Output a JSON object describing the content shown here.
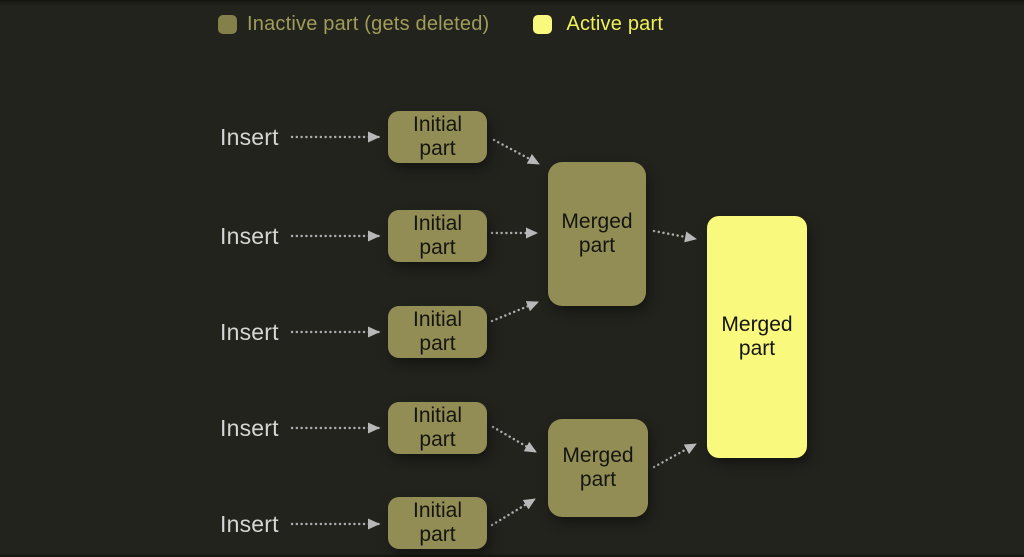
{
  "legend": {
    "inactive_label": "Inactive part (gets deleted)",
    "active_label": "Active part"
  },
  "colors": {
    "background": "#23231e",
    "inactive_part_fill": "#918d55",
    "active_part_fill": "#f9f97e",
    "legend_inactive_text": "#a09c5a",
    "legend_active_text": "#f0f058",
    "insert_text": "#d5d5d5",
    "node_text": "#15150f",
    "arrow": "#aeaeae"
  },
  "rows": [
    {
      "insert_label": "Insert",
      "part_label": "Initial part"
    },
    {
      "insert_label": "Insert",
      "part_label": "Initial part"
    },
    {
      "insert_label": "Insert",
      "part_label": "Initial part"
    },
    {
      "insert_label": "Insert",
      "part_label": "Initial part"
    },
    {
      "insert_label": "Insert",
      "part_label": "Initial part"
    }
  ],
  "merged": {
    "first_label": "Merged part",
    "second_label": "Merged part",
    "final_label": "Merged part"
  }
}
